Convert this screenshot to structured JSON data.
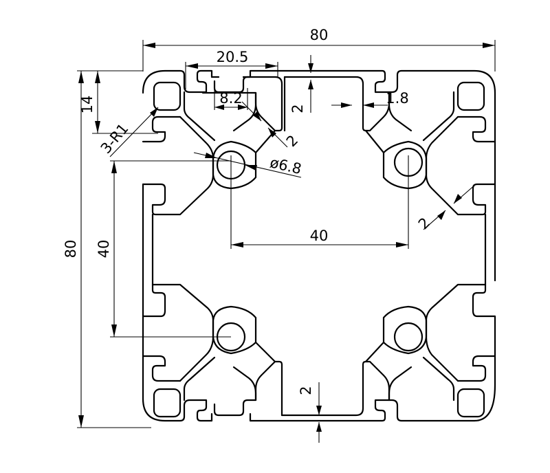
{
  "dimensions": {
    "overall_width": "80",
    "overall_height": "80",
    "slot_opening": "20.5",
    "slot_width": "8.2",
    "lip_thickness": "1.8",
    "top_wall": "2",
    "bottom_wall": "2",
    "web_diag": "2",
    "web_right": "2",
    "groove_depth": "14",
    "corner_radius": "3-R1",
    "hole_diameter": "ø6.8",
    "hole_spacing_horizontal": "40",
    "hole_spacing_vertical": "40"
  },
  "colors": {
    "line": "#000000",
    "background": "#ffffff"
  }
}
